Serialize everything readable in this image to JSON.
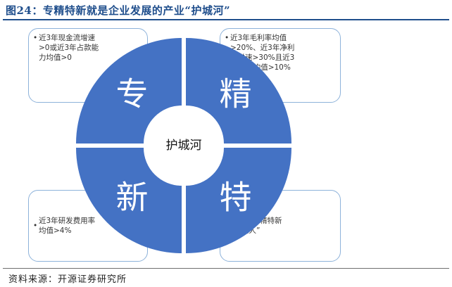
{
  "figure": {
    "title": "图24：专精特新就是企业发展的产业“护城河”",
    "source": "资料来源：开源证券研究所"
  },
  "diagram": {
    "center_label": "护城河",
    "fill_color": "#4472c4",
    "quadrants": [
      {
        "key": "top-left",
        "char": "专"
      },
      {
        "key": "top-right",
        "char": "精"
      },
      {
        "key": "bottom-left",
        "char": "新"
      },
      {
        "key": "bottom-right",
        "char": "特"
      }
    ]
  },
  "cards": {
    "top_left": {
      "bullet": "•",
      "text": "近3年现金流增速\n>0或近3年占款能\n力均值>0"
    },
    "top_right": {
      "bullet": "•",
      "text": "近3年毛利率均值\n>20%、近3年净利\n润增速>30%且近3\n年ROE均值>10%"
    },
    "bottom_left": {
      "bullet": "•",
      "text": "近3年研发费用率\n均值>4%"
    },
    "bottom_right": {
      "bullet": "•",
      "text": "国家级专精特新\n“小巨人”"
    }
  }
}
